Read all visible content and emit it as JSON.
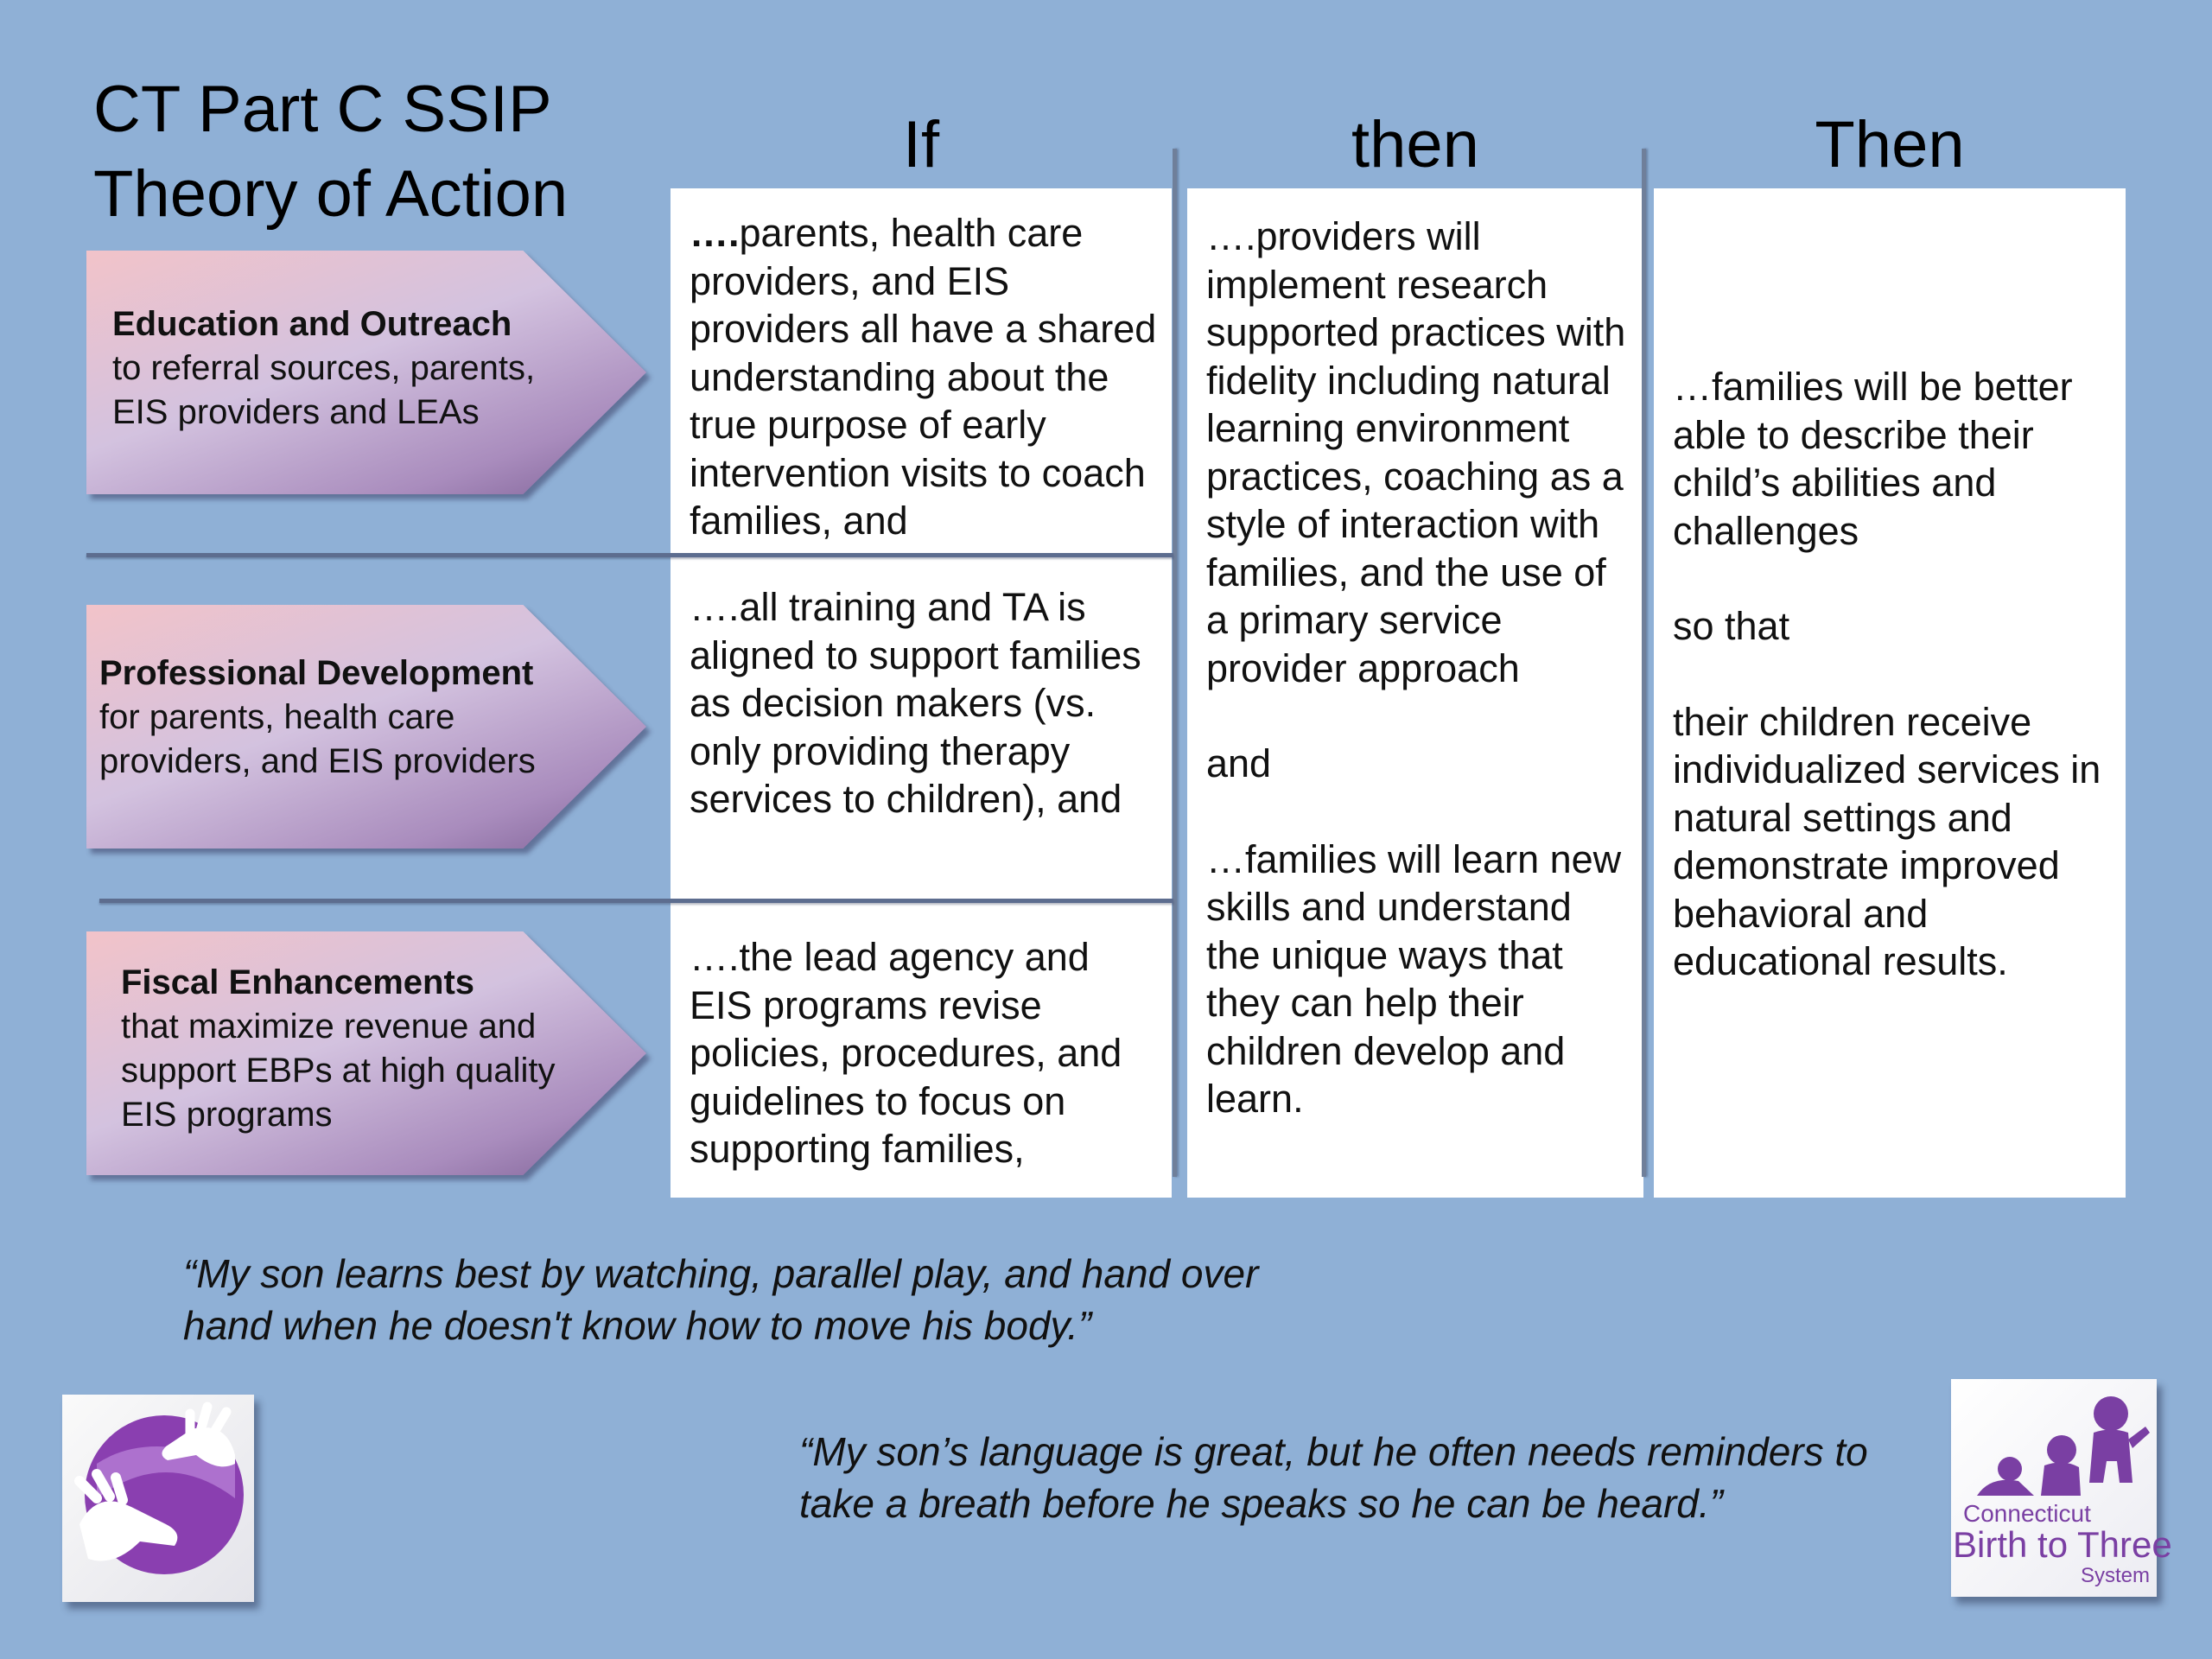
{
  "title": {
    "line1": "CT Part C SSIP",
    "line2": "Theory of Action"
  },
  "columns": {
    "if": "If",
    "then": "then",
    "then2": "Then"
  },
  "strategies": [
    {
      "heading": "Education and Outreach",
      "body": "to referral sources, parents, EIS providers and LEAs"
    },
    {
      "heading": "Professional Development",
      "body": "for parents, health care providers, and EIS providers"
    },
    {
      "heading": "Fiscal Enhancements",
      "body": "that maximize revenue and support EBPs at high quality EIS programs"
    }
  ],
  "if_cells": [
    {
      "lead": "….",
      "text": "parents, health care providers, and EIS providers all have a shared understanding about the true purpose of early intervention visits to coach families, and"
    },
    {
      "text": "….all training and TA  is aligned to support families as decision makers (vs. only providing therapy services to children), and"
    },
    {
      "text": "….the lead agency and EIS programs revise policies, procedures, and guidelines to focus on supporting families,"
    }
  ],
  "then_text": {
    "p1": "….providers will implement  research supported  practices with fidelity including natural learning environment practices, coaching as a style of interaction with families, and the use of a primary service provider approach",
    "p2": "and",
    "p3": "…families will learn new skills and understand the unique ways that they can help their children develop and learn."
  },
  "then2_text": {
    "p1": "…families will be better able to describe their child’s abilities and challenges",
    "p2": "so that",
    "p3": "their children receive individualized services in natural settings and demonstrate improved behavioral and educational results."
  },
  "quotes": [
    "“My son learns best by watching, parallel play, and hand over hand when he doesn't know how to move his body.”",
    "“My son’s language is great, but he often needs reminders to take a breath before he speaks so he can be heard.”"
  ],
  "logo_right": {
    "line1": "Connecticut",
    "line2": "Birth to Three",
    "line3": "System"
  },
  "colors": {
    "background": "#8fb0d6",
    "accent_purple": "#7a3fa3",
    "arrow_pink": "#f2c3c9"
  }
}
